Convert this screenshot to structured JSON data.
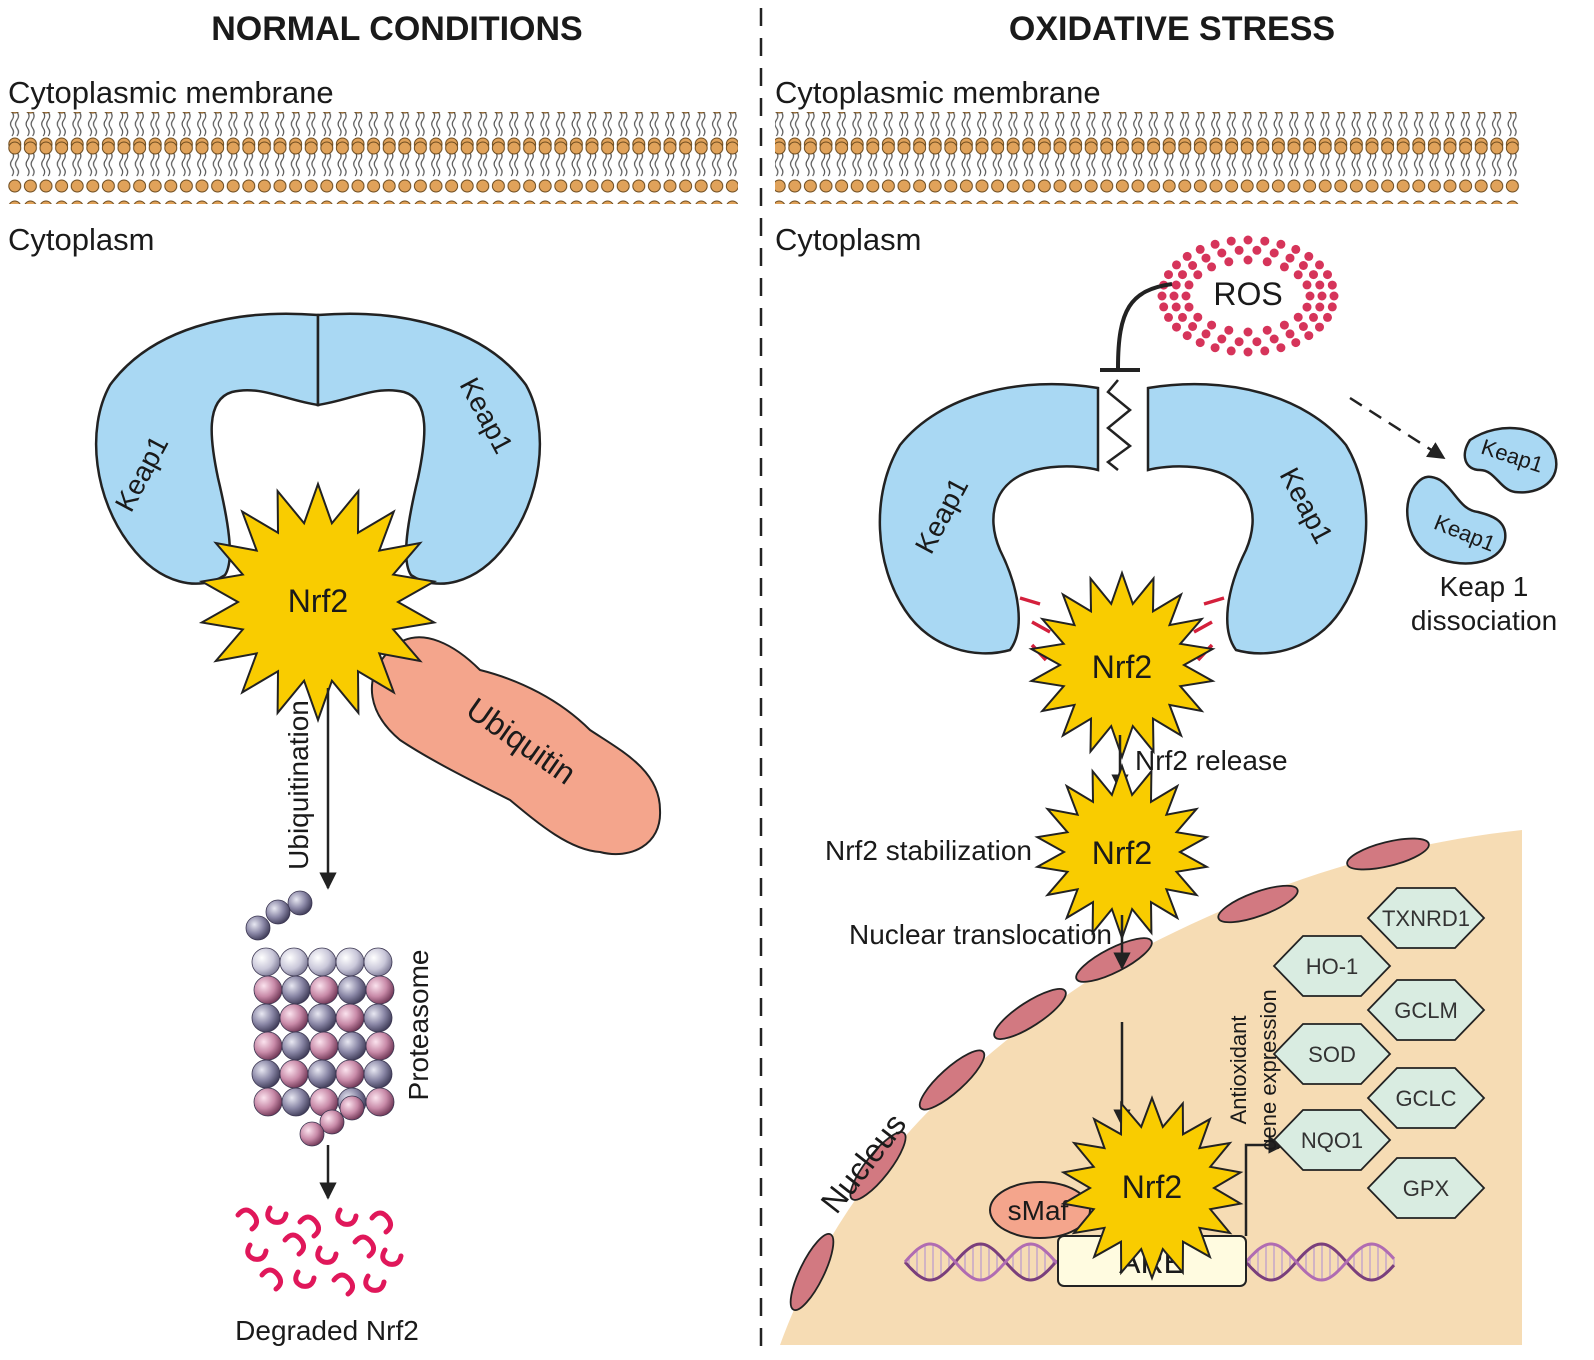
{
  "left_panel": {
    "title": "NORMAL CONDITIONS",
    "membrane_label": "Cytoplasmic membrane",
    "region_label": "Cytoplasm",
    "keap1_left": "Keap1",
    "keap1_right": "Keap1",
    "nrf2": "Nrf2",
    "ubiquitin": "Ubiquitin",
    "ubiquitination": "Ubiquitination",
    "proteasome": "Proteasome",
    "degraded": "Degraded Nrf2"
  },
  "right_panel": {
    "title": "OXIDATIVE STRESS",
    "membrane_label": "Cytoplasmic membrane",
    "region_label": "Cytoplasm",
    "ros": "ROS",
    "keap1_left": "Keap1",
    "keap1_right": "Keap1",
    "keap1_small_a": "Keap1",
    "keap1_small_b": "Keap1",
    "dissociation_line1": "Keap 1",
    "dissociation_line2": "dissociation",
    "nrf2_bound": "Nrf2",
    "nrf2_release": "Nrf2 release",
    "nrf2_stabilization": "Nrf2 stabilization",
    "nrf2_free": "Nrf2",
    "nuclear_translocation": "Nuclear translocation",
    "nucleus": "Nucleus",
    "nrf2_nuclear": "Nrf2",
    "smaf": "sMaf",
    "are": "ARE",
    "antioxidant_line1": "Antioxidant",
    "antioxidant_line2": "gene expression",
    "genes": [
      "TXNRD1",
      "HO-1",
      "GCLM",
      "SOD",
      "GCLC",
      "NQO1",
      "GPX"
    ]
  },
  "colors": {
    "keap1": "#a9d8f3",
    "nrf2": "#f9cc00",
    "ubiquitin": "#f4a58c",
    "lipid_head": "#e0a25a",
    "nucleus": "#f6dcb4",
    "pore": "#d27981",
    "ros_dot": "#d6345a",
    "gene_fill": "#d9ece1",
    "degraded": "#e0175a"
  }
}
